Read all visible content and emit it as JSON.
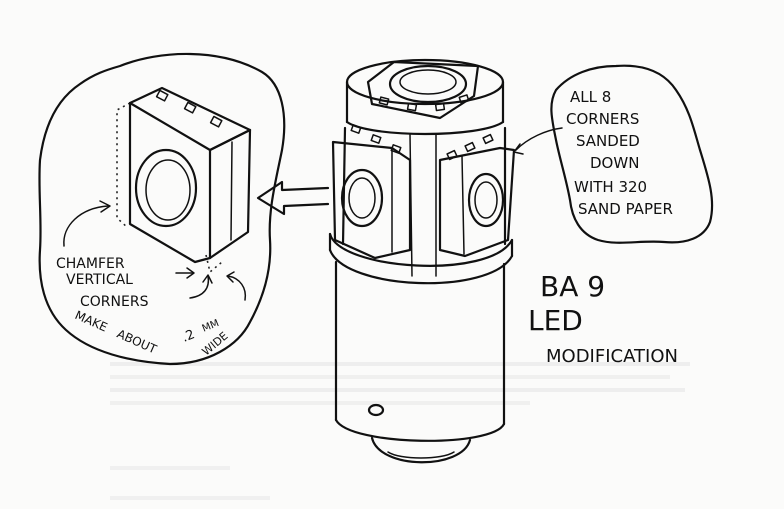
{
  "callout_left": {
    "line1": "CHAMFER",
    "line2": "VERTICAL",
    "line3": "CORNERS",
    "note_make": "MAKE",
    "note_about": "ABOUT",
    "note_value": ".2",
    "note_mm": "MM",
    "note_wide": "WIDE"
  },
  "callout_right": {
    "line1": "ALL 8",
    "line2": "CORNERS",
    "line3": "SANDED",
    "line4": "DOWN",
    "line5": "WITH 320",
    "line6": "SAND PAPER"
  },
  "title": {
    "line1": "BA 9",
    "line2": "LED",
    "line3": "MODIFICATION"
  }
}
